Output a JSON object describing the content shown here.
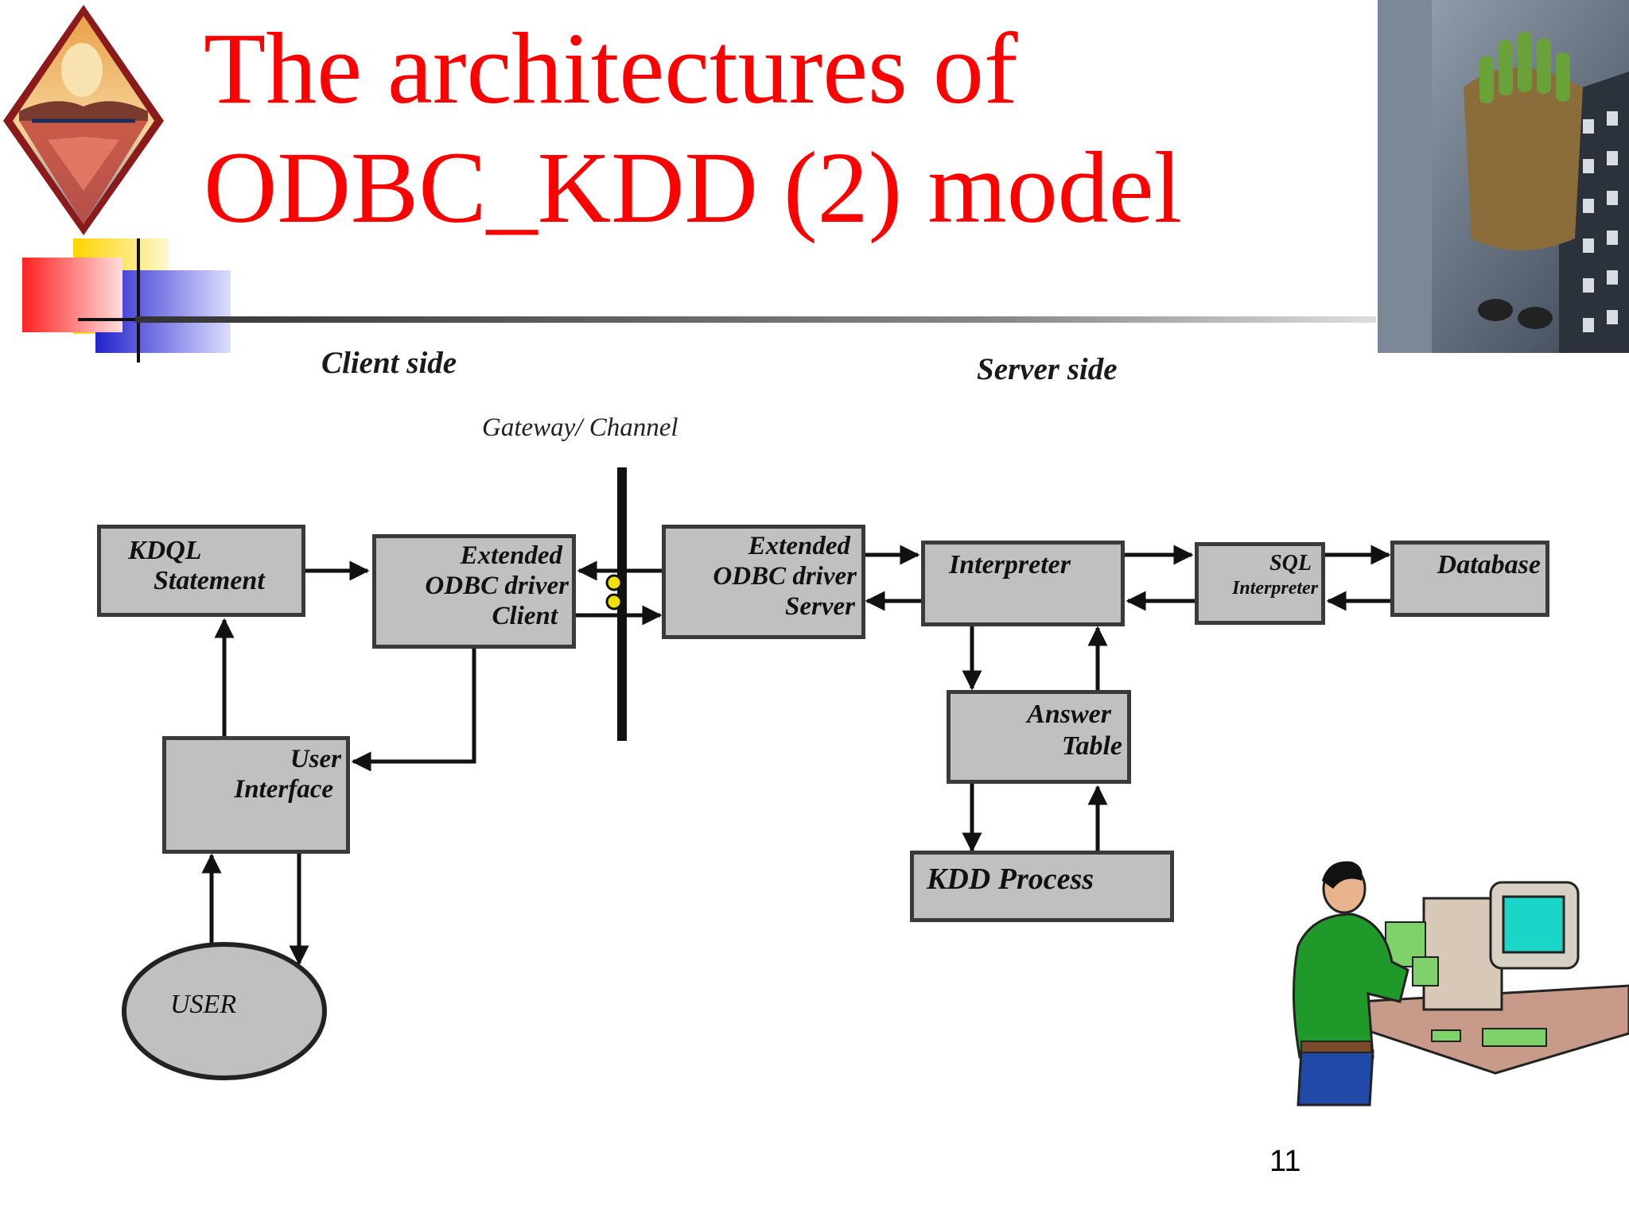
{
  "slide": {
    "title_line_1": "The architectures of",
    "title_line_2": "ODBC_KDD (2)  model",
    "page_number": "11",
    "colors": {
      "title": "#ff0000",
      "box_fill": "#c0c0c0",
      "box_border": "#3a3a3a"
    }
  },
  "diagram": {
    "client_side": "Client side",
    "server_side": "Server side",
    "gateway": "Gateway/ Channel",
    "nodes": {
      "kdql_line1": "KDQL",
      "kdql_line2": "Statement",
      "odbc_client_line1": "Extended",
      "odbc_client_line2": "ODBC driver",
      "odbc_client_line3": "Client",
      "odbc_server_line1": "Extended",
      "odbc_server_line2": "ODBC driver",
      "odbc_server_line3": "Server",
      "interpreter": "Interpreter",
      "sql_line1": "SQL",
      "sql_line2": "Interpreter",
      "database": "Database",
      "answer_line1": "Answer",
      "answer_line2": "Table",
      "kdd_process": "KDD Process",
      "user_interface_line1": "User",
      "user_interface_line2": "Interface",
      "user": "USER"
    }
  },
  "decorations": {
    "logo_icon": "diamond-sunset-logo-icon",
    "corner_icon": "city-skyline-photo-icon",
    "person_icon": "person-at-computer-icon",
    "accent_icon": "color-squares-accent-icon"
  }
}
